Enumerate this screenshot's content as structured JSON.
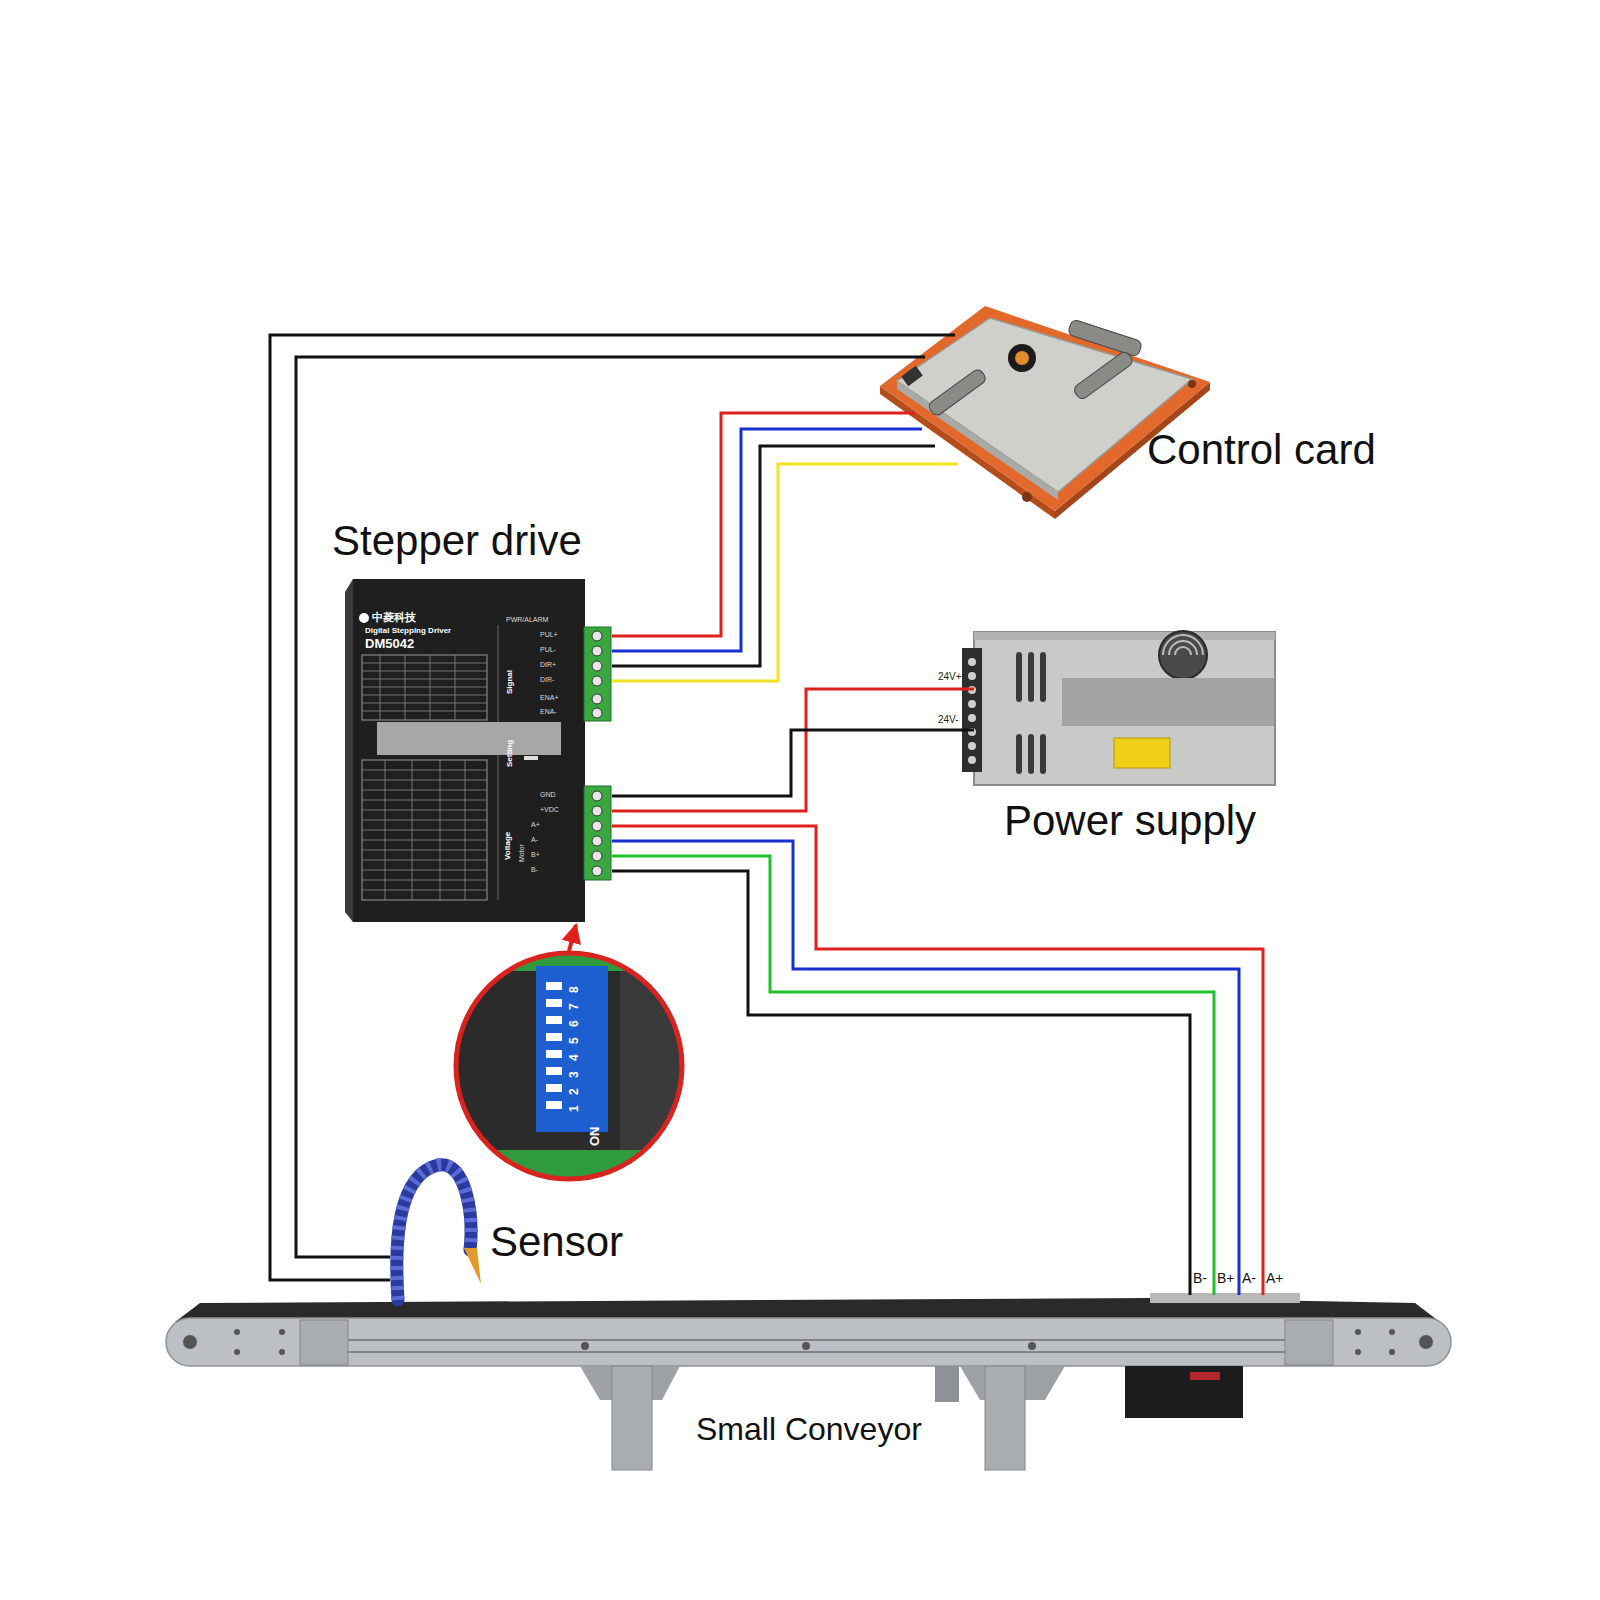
{
  "diagram": {
    "nodes": [
      {
        "text": [
          "Control card"
        ]
      },
      {
        "text": [
          "Stepper drive"
        ]
      },
      {
        "text": [
          "Power supply"
        ]
      },
      {
        "text": [
          "ON",
          "1",
          "2",
          "3",
          "4",
          "5",
          "6",
          "7",
          "8"
        ]
      },
      {
        "text": [
          "Sensor"
        ]
      },
      {
        "text": [
          "Small Conveyor"
        ]
      }
    ],
    "edges": [
      {
        "from": 0,
        "to": 1,
        "arrow": "none"
      },
      {
        "from": 0,
        "to": 1,
        "arrow": "none"
      },
      {
        "from": 0,
        "to": 1,
        "arrow": "none"
      },
      {
        "from": 0,
        "to": 1,
        "arrow": "none"
      },
      {
        "from": 2,
        "to": 1,
        "arrow": "none"
      },
      {
        "from": 2,
        "to": 1,
        "arrow": "none"
      },
      {
        "from": 1,
        "to": 5,
        "arrow": "none"
      },
      {
        "from": 1,
        "to": 5,
        "arrow": "none"
      },
      {
        "from": 1,
        "to": 5,
        "arrow": "none"
      },
      {
        "from": 1,
        "to": 5,
        "arrow": "none"
      },
      {
        "from": 4,
        "to": 0,
        "arrow": "none"
      },
      {
        "from": 4,
        "to": 0,
        "arrow": "none"
      },
      {
        "from": 3,
        "to": 1,
        "arrow": "to"
      }
    ],
    "labels": [
      "中菱科技",
      "PWR/ALARM",
      "Digital Stepping Driver",
      "DM5042",
      "PUL+",
      "PUL-",
      "DIR+",
      "DIR-",
      "ENA+",
      "ENA-",
      "Signal",
      "Setting",
      "GND",
      "+VDC",
      "Voltage",
      "Motor",
      "A+",
      "A-",
      "B+",
      "B-",
      "24V+",
      "24V-",
      "B-",
      "B+",
      "A-",
      "A+"
    ]
  }
}
